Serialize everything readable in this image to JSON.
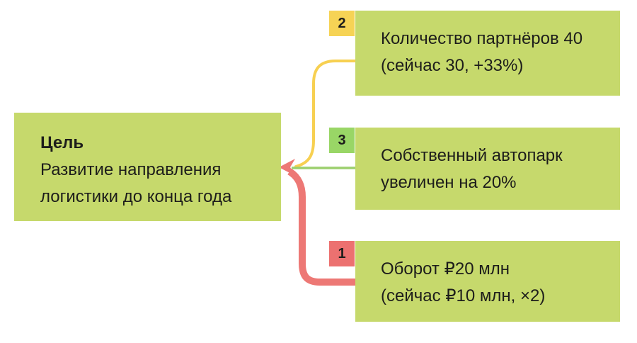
{
  "goal_card": {
    "title": "Цель",
    "line1": "Развитие направления",
    "line2": "логистики до конца года"
  },
  "items": [
    {
      "badge": "2",
      "line1": "Количество партнёров 40",
      "line2": "(сейчас 30, +33%)",
      "badge_color": "#f6d355",
      "connector_color": "#f7d051"
    },
    {
      "badge": "3",
      "line1": "Собственный автопарк",
      "line2": "увеличен на 20%",
      "badge_color": "#99d666",
      "connector_color": "#9ccf6d"
    },
    {
      "badge": "1",
      "line1": "Оборот ₽20 млн",
      "line2": "(сейчас ₽10 млн, ×2)",
      "badge_color": "#ec7170",
      "connector_color": "#ed7875"
    }
  ],
  "colors": {
    "card_green": "#c6d96c",
    "text": "#1d1d1b",
    "arrow_red": "#ed7875",
    "background": "#ffffff"
  }
}
